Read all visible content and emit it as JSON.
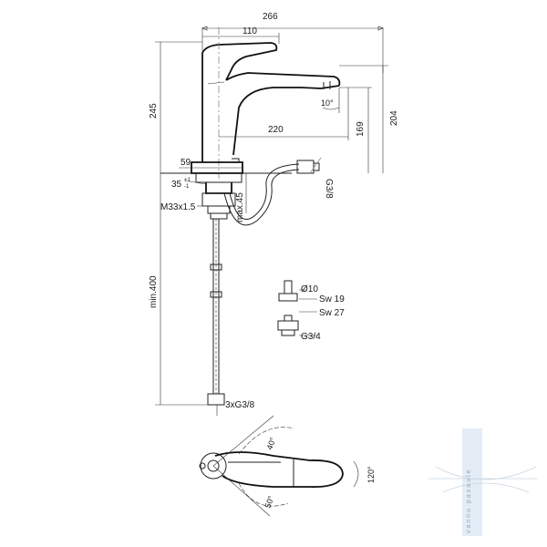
{
  "drawing": {
    "dimensions": {
      "total_width": "266",
      "handle_width": "110",
      "total_height": "245",
      "spout_height": "204",
      "outlet_height": "169",
      "spout_reach": "220",
      "spout_angle": "10°",
      "base_diameter": "59",
      "tilt_angle": "35",
      "tilt_tolerance_plus": "+1",
      "tilt_tolerance_minus": "-1",
      "shank_thread": "M33x1.5",
      "max_deck": "max.45",
      "hose_thread": "G3/8",
      "min_hose_length": "min.400",
      "hose_connection": "3xG3/8"
    },
    "fitting": {
      "diameter": "Ø10",
      "wrench_small": "Sw 19",
      "wrench_large": "Sw 27",
      "thread": "G3/4"
    },
    "plan_view": {
      "forward_angle": "40°",
      "side_angle": "50°",
      "rotation_angle": "120°"
    }
  },
  "watermark": {
    "text": "vannu pasaule"
  }
}
